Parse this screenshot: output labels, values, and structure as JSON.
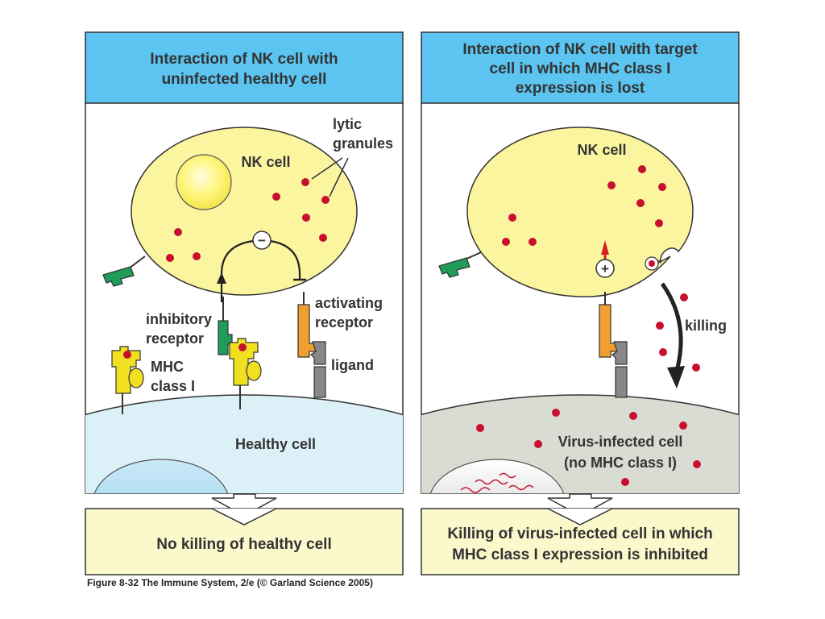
{
  "left_panel": {
    "title_line1": "Interaction of NK cell with",
    "title_line2": "uninfected healthy cell",
    "nk_cell_label": "NK cell",
    "lytic_line1": "lytic",
    "lytic_line2": "granules",
    "inhibit_sign": "−",
    "inhibitory_line1": "inhibitory",
    "inhibitory_line2": "receptor",
    "activating_line1": "activating",
    "activating_line2": "receptor",
    "ligand_label": "ligand",
    "mhc_line1": "MHC",
    "mhc_line2": "class I",
    "target_cell_label": "Healthy cell",
    "outcome": "No killing of healthy cell"
  },
  "right_panel": {
    "title_line1": "Interaction of NK cell with target",
    "title_line2": "cell in which MHC class I",
    "title_line3": "expression is lost",
    "nk_cell_label": "NK cell",
    "activate_sign": "+",
    "killing_label": "killing",
    "target_cell_line1": "Virus-infected cell",
    "target_cell_line2": "(no MHC class I)",
    "outcome_line1": "Killing of virus-infected cell in which",
    "outcome_line2": "MHC class I expression is inhibited"
  },
  "caption": "Figure 8-32 The Immune System, 2/e (© Garland Science 2005)",
  "colors": {
    "header_blue": "#5bc4f0",
    "nk_cell_yellow": "#fbf5a0",
    "healthy_cell_blue": "#dcf0f8",
    "infected_cell_gray": "#d9dcd2",
    "granule_red": "#c8102e",
    "inhibitory_green": "#1f9b5a",
    "activating_orange": "#f0a030",
    "mhc_yellow": "#f0e020",
    "outcome_box": "#fbf8cc"
  }
}
